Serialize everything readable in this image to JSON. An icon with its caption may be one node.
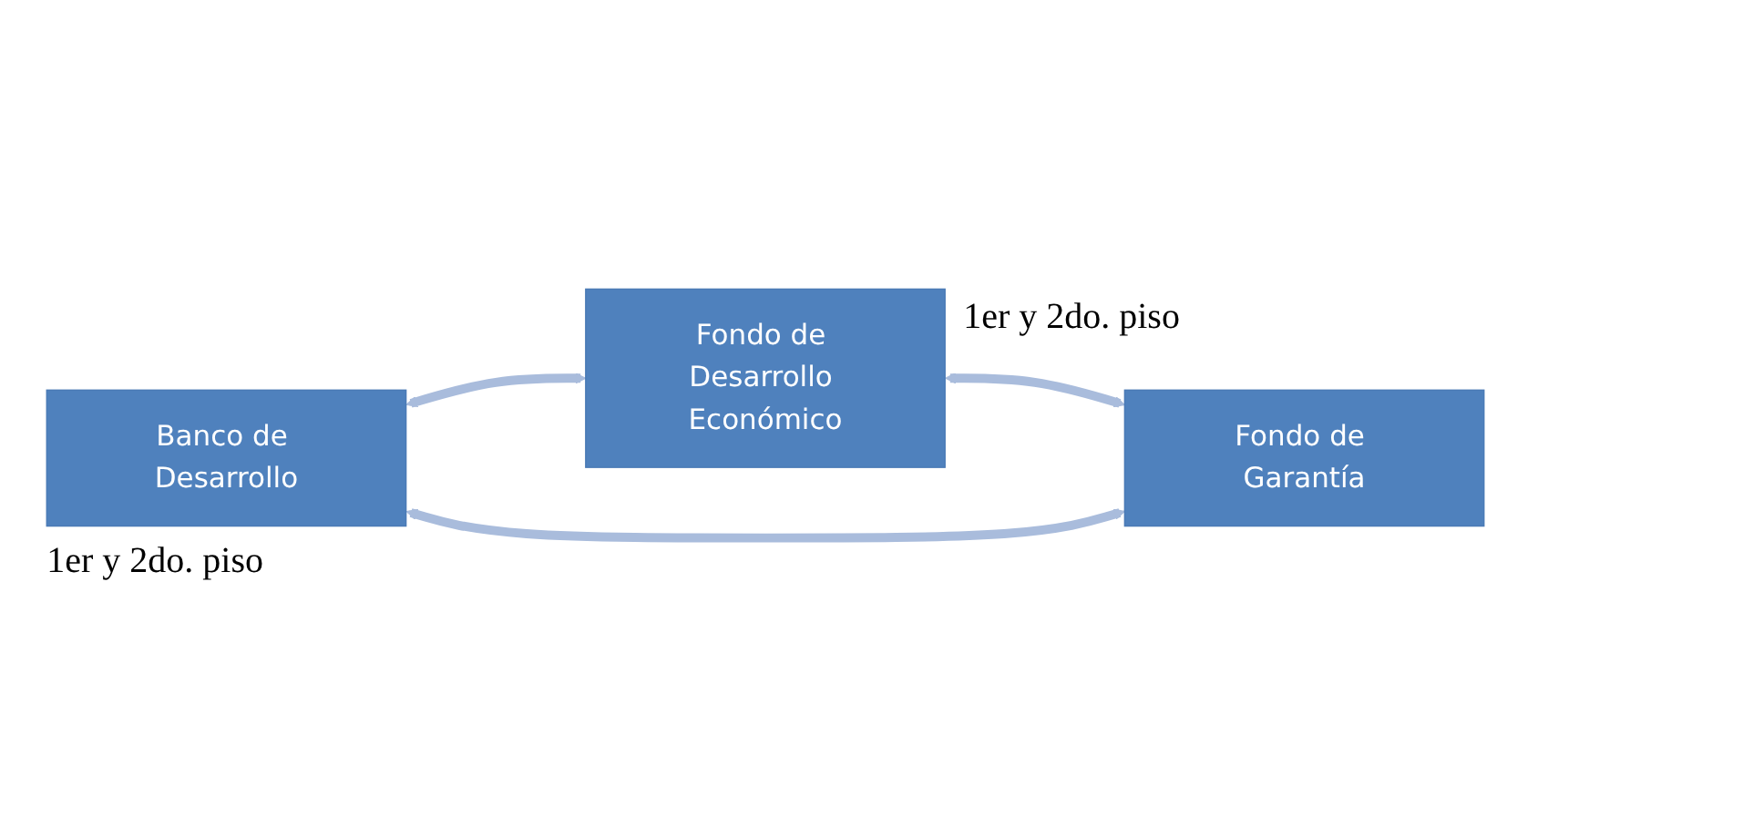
{
  "diagram": {
    "nodes": [
      {
        "text": [
          "Fondo de Desarrollo Económico"
        ],
        "beside": [
          "1er y 2do. piso"
        ]
      },
      {
        "text": [
          "Banco de Desarrollo"
        ],
        "beside": [
          "1er y 2do. piso"
        ]
      },
      {
        "text": [
          "Fondo de Garantía"
        ]
      }
    ],
    "edges": [
      {
        "from": 1,
        "to": 0,
        "arrow": "both"
      },
      {
        "from": 0,
        "to": 2,
        "arrow": "both"
      },
      {
        "from": 1,
        "to": 2,
        "arrow": "both"
      }
    ]
  }
}
